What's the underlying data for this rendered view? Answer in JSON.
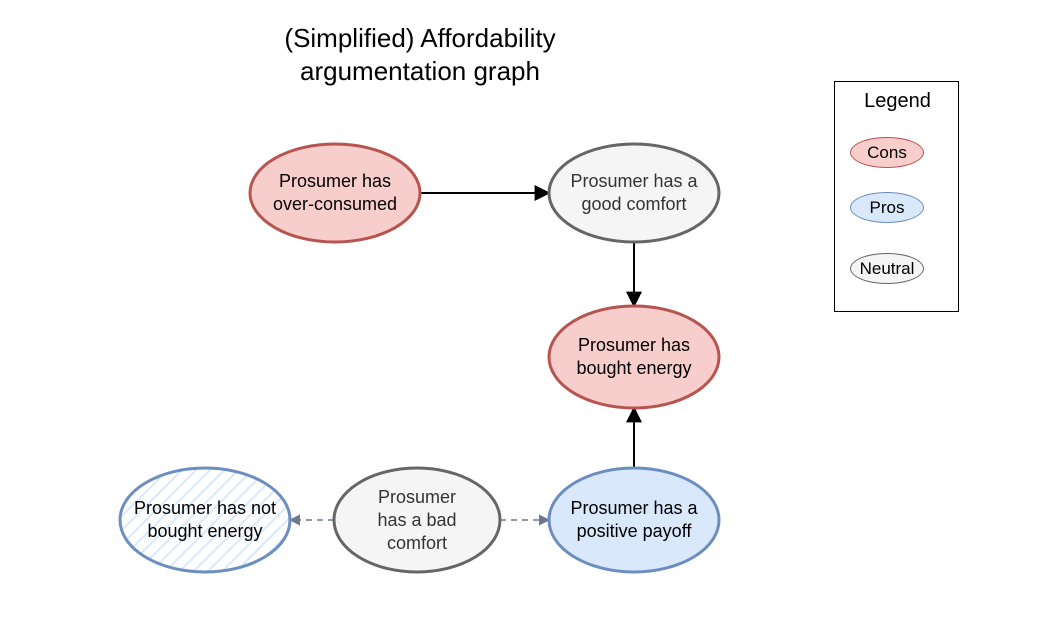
{
  "title": "(Simplified) Affordability argumentation graph",
  "colors": {
    "cons_fill": "#f8cecc",
    "cons_stroke": "#b85450",
    "pros_fill": "#dae8fc",
    "pros_stroke": "#6c8ebf",
    "neutral_fill": "#f5f5f5",
    "neutral_stroke": "#666666",
    "neutral_text": "#333333",
    "dashed_edge": "#6c7a8a"
  },
  "nodes": [
    {
      "id": "over_consumed",
      "label": "Prosumer has over-consumed",
      "category": "cons",
      "hatched": false,
      "text_color": "#000000"
    },
    {
      "id": "good_comfort",
      "label": "Prosumer has a good comfort",
      "category": "neutral",
      "hatched": false,
      "text_color": "#333333"
    },
    {
      "id": "bought_energy",
      "label": "Prosumer has bought energy",
      "category": "cons",
      "hatched": false,
      "text_color": "#000000"
    },
    {
      "id": "positive_payoff",
      "label": "Prosumer has a positive payoff",
      "category": "pros",
      "hatched": false,
      "text_color": "#000000"
    },
    {
      "id": "bad_comfort",
      "label": "Prosumer has a bad comfort",
      "category": "neutral",
      "hatched": false,
      "text_color": "#333333"
    },
    {
      "id": "not_bought_energy",
      "label": "Prosumer has not bought energy",
      "category": "pros",
      "hatched": true,
      "text_color": "#000000"
    }
  ],
  "edges": [
    {
      "from": "over_consumed",
      "to": "good_comfort",
      "style": "solid"
    },
    {
      "from": "good_comfort",
      "to": "bought_energy",
      "style": "solid"
    },
    {
      "from": "positive_payoff",
      "to": "bought_energy",
      "style": "solid"
    },
    {
      "from": "bad_comfort",
      "to": "positive_payoff",
      "style": "dashed"
    },
    {
      "from": "bad_comfort",
      "to": "not_bought_energy",
      "style": "dashed"
    }
  ],
  "legend": {
    "title": "Legend",
    "items": [
      {
        "label": "Cons",
        "category": "cons"
      },
      {
        "label": "Pros",
        "category": "pros"
      },
      {
        "label": "Neutral",
        "category": "neutral"
      }
    ]
  }
}
